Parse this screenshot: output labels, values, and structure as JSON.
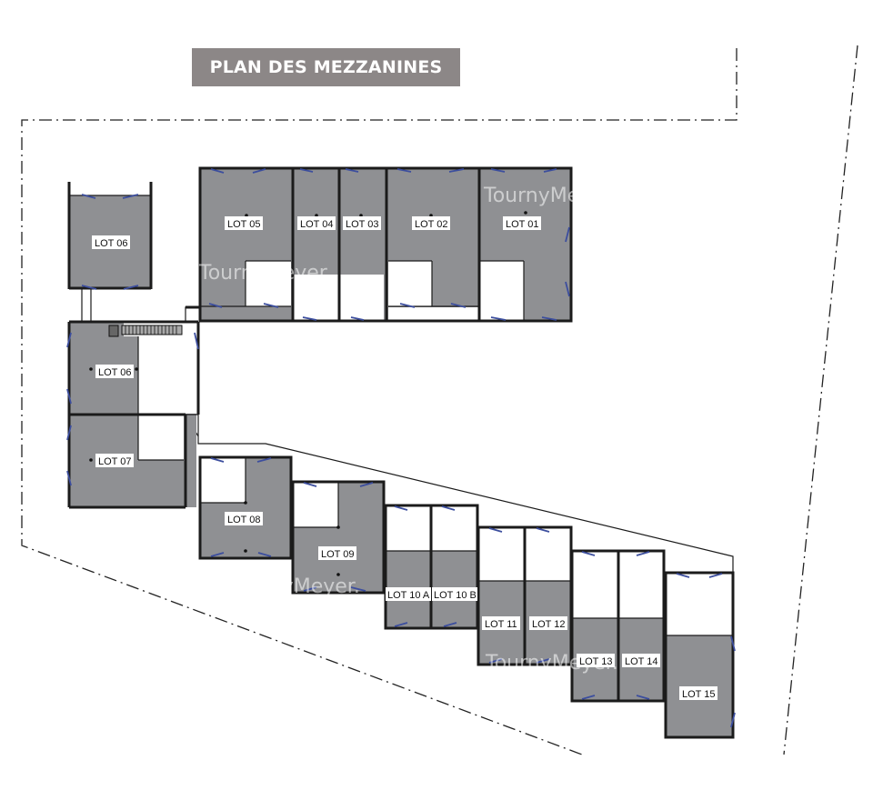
{
  "title": "PLAN DES MEZZANINES",
  "watermark": "TournyMeyer.",
  "lots": {
    "lot06_top": "LOT 06",
    "lot05": "LOT 05",
    "lot04": "LOT 04",
    "lot03": "LOT 03",
    "lot02": "LOT 02",
    "lot01": "LOT 01",
    "lot06": "LOT 06",
    "lot07": "LOT 07",
    "lot08": "LOT 08",
    "lot09": "LOT 09",
    "lot10a": "LOT 10 A",
    "lot10b": "LOT 10 B",
    "lot11": "LOT 11",
    "lot12": "LOT 12",
    "lot13": "LOT 13",
    "lot14": "LOT 14",
    "lot15": "LOT 15"
  },
  "colors": {
    "room_fill": "#8f9093",
    "wall": "#1b1b1b",
    "window": "#3c4e9e",
    "title_bg": "#8c8787"
  }
}
